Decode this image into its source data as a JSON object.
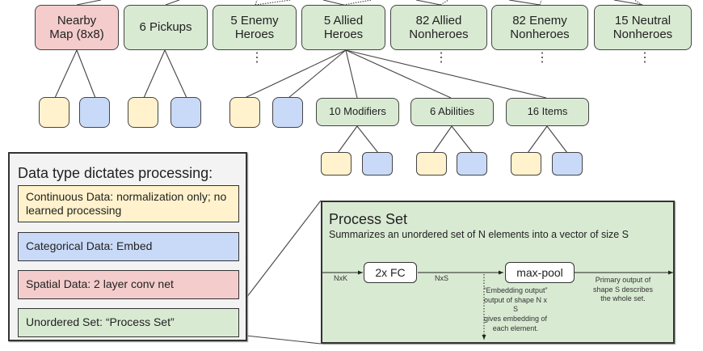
{
  "top_nodes": [
    {
      "label": "Nearby\nMap (8x8)",
      "line1": "Nearby",
      "line2": "Map (8x8)",
      "type": "spatial",
      "color": "#f4cccc"
    },
    {
      "label": "6 Pickups",
      "line1": "6 Pickups",
      "line2": "",
      "type": "unordered-set",
      "color": "#d9ead3"
    },
    {
      "label": "5 Enemy Heroes",
      "line1": "5 Enemy",
      "line2": "Heroes",
      "type": "unordered-set",
      "color": "#d9ead3"
    },
    {
      "label": "5 Allied Heroes",
      "line1": "5 Allied",
      "line2": "Heroes",
      "type": "unordered-set",
      "color": "#d9ead3"
    },
    {
      "label": "82 Allied Nonheroes",
      "line1": "82 Allied",
      "line2": "Nonheroes",
      "type": "unordered-set",
      "color": "#d9ead3"
    },
    {
      "label": "82 Enemy Nonheroes",
      "line1": "82 Enemy",
      "line2": "Nonheroes",
      "type": "unordered-set",
      "color": "#d9ead3"
    },
    {
      "label": "15 Neutral Nonheroes",
      "line1": "15 Neutral",
      "line2": "Nonheroes",
      "type": "unordered-set",
      "color": "#d9ead3"
    }
  ],
  "sub_nodes": [
    {
      "label": "10 Modifiers"
    },
    {
      "label": "6 Abilities"
    },
    {
      "label": "16 Items"
    }
  ],
  "ellipsis": "⋮",
  "legend": {
    "title": "Data type dictates processing:",
    "items": [
      {
        "label": "Continuous Data: normalization only; no learned processing",
        "color": "#fff2cc"
      },
      {
        "label": "Categorical Data: Embed",
        "color": "#c9daf8"
      },
      {
        "label": "Spatial Data: 2 layer conv net",
        "color": "#f4cccc"
      },
      {
        "label": "Unordered Set: “Process Set”",
        "color": "#d9ead3"
      }
    ]
  },
  "process_set": {
    "title": "Process Set",
    "subtitle": "Summarizes an unordered set of N elements into a vector of size S",
    "input_label": "NxK",
    "fc_label": "2x FC",
    "mid_label": "NxS",
    "pool_label": "max-pool",
    "embedding_note": "“Embedding output” output of shape N x S gives embedding of each element.",
    "embedding_lines": [
      "“Embedding output”",
      "output of shape N x S",
      "gives embedding of",
      "each element."
    ],
    "primary_note": "Primary output of shape S describes the whole set.",
    "primary_lines": [
      "Primary output of",
      "shape S describes",
      "the whole set."
    ]
  },
  "colors": {
    "continuous": "#fff2cc",
    "categorical": "#c9daf8",
    "spatial": "#f4cccc",
    "set": "#d9ead3",
    "stroke": "#444444"
  }
}
